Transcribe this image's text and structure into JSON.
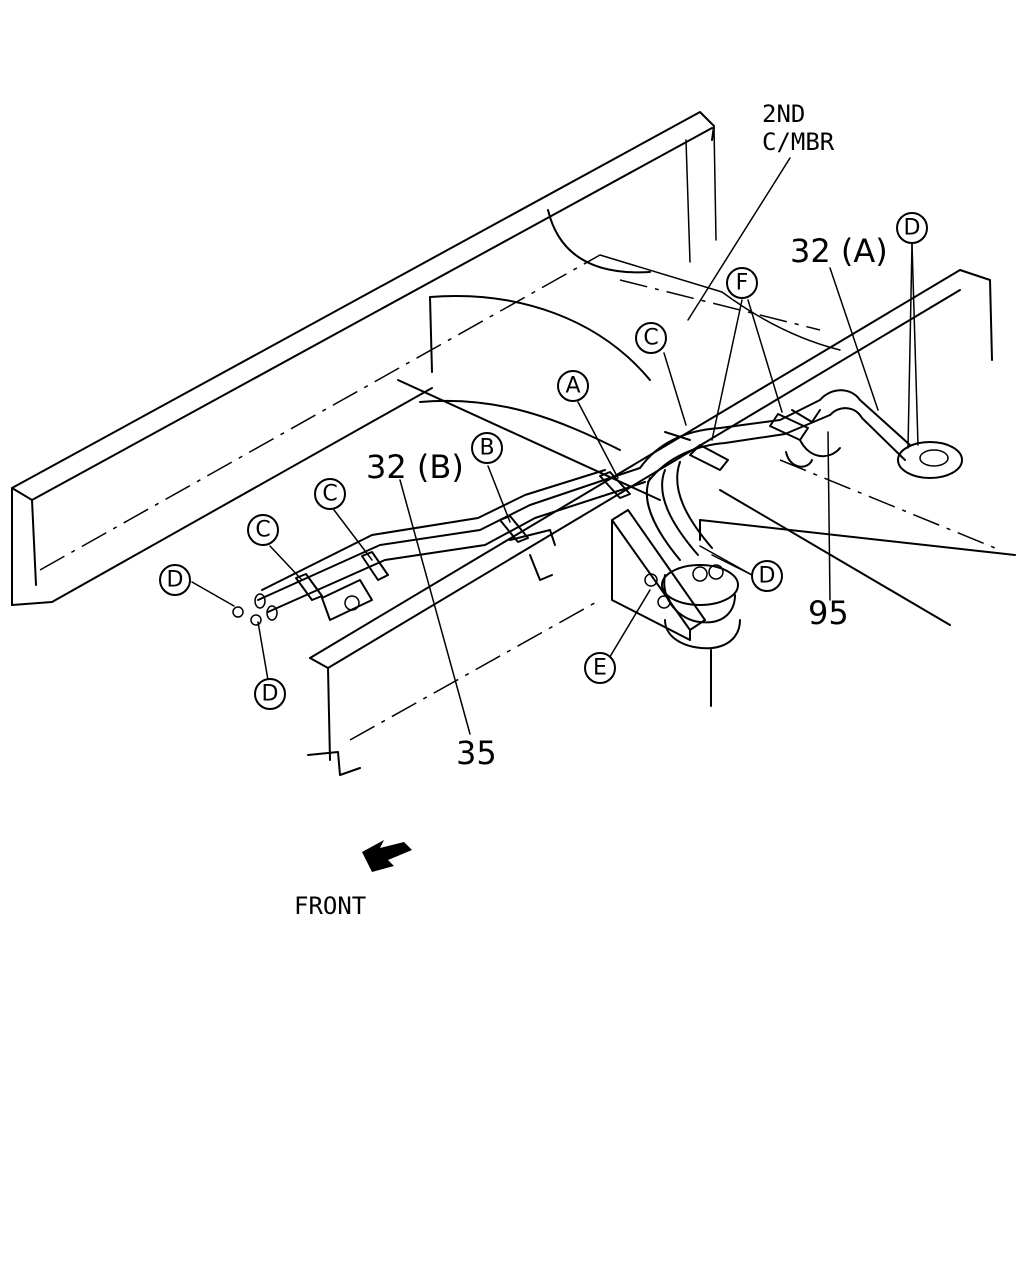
{
  "labels": {
    "second_crossmember_line1": "2ND",
    "second_crossmember_line2": "C/MBR",
    "front": "FRONT"
  },
  "part_numbers": {
    "pipe_a": "32 (A)",
    "pipe_b": "32 (B)",
    "p35": "35",
    "p95": "95"
  },
  "callouts": {
    "a": "A",
    "b": "B",
    "c1": "C",
    "c2": "C",
    "c3": "C",
    "d_top": "D",
    "d_mid": "D",
    "d_left": "D",
    "d_bottom": "D",
    "e": "E",
    "f": "F"
  }
}
